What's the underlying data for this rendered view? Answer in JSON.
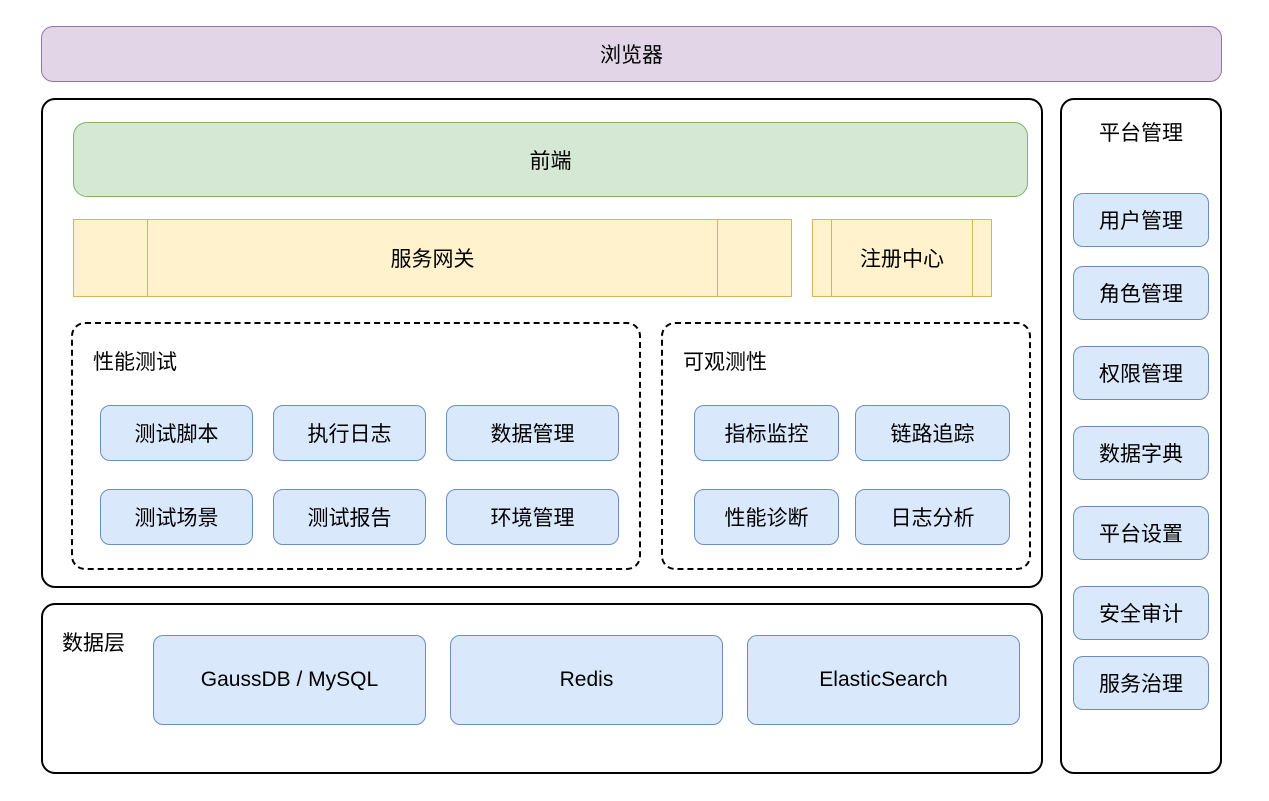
{
  "diagram": {
    "title": "浏览器",
    "colors": {
      "browser_bg": "#e1d5e7",
      "browser_border": "#9673a6",
      "frontend_bg": "#d5e8d4",
      "frontend_border": "#82b366",
      "gateway_bg": "#fff2cc",
      "gateway_border": "#d6b656",
      "chip_bg": "#dae8fc",
      "chip_border": "#6c8ebf",
      "container_border": "#000000",
      "page_bg": "#ffffff"
    }
  },
  "browser": {
    "label": "浏览器"
  },
  "app": {
    "frontend": {
      "label": "前端"
    },
    "gateway": {
      "label": "服务网关"
    },
    "registry": {
      "label": "注册中心"
    },
    "groups": [
      {
        "title": "性能测试",
        "chips": [
          "测试脚本",
          "执行日志",
          "数据管理",
          "测试场景",
          "测试报告",
          "环境管理"
        ]
      },
      {
        "title": "可观测性",
        "chips": [
          "指标监控",
          "链路追踪",
          "性能诊断",
          "日志分析"
        ]
      }
    ]
  },
  "data_layer": {
    "label": "数据层",
    "stores": [
      "GaussDB / MySQL",
      "Redis",
      "ElasticSearch"
    ]
  },
  "platform": {
    "title": "平台管理",
    "items": [
      "用户管理",
      "角色管理",
      "权限管理",
      "数据字典",
      "平台设置",
      "安全审计",
      "服务治理"
    ]
  }
}
